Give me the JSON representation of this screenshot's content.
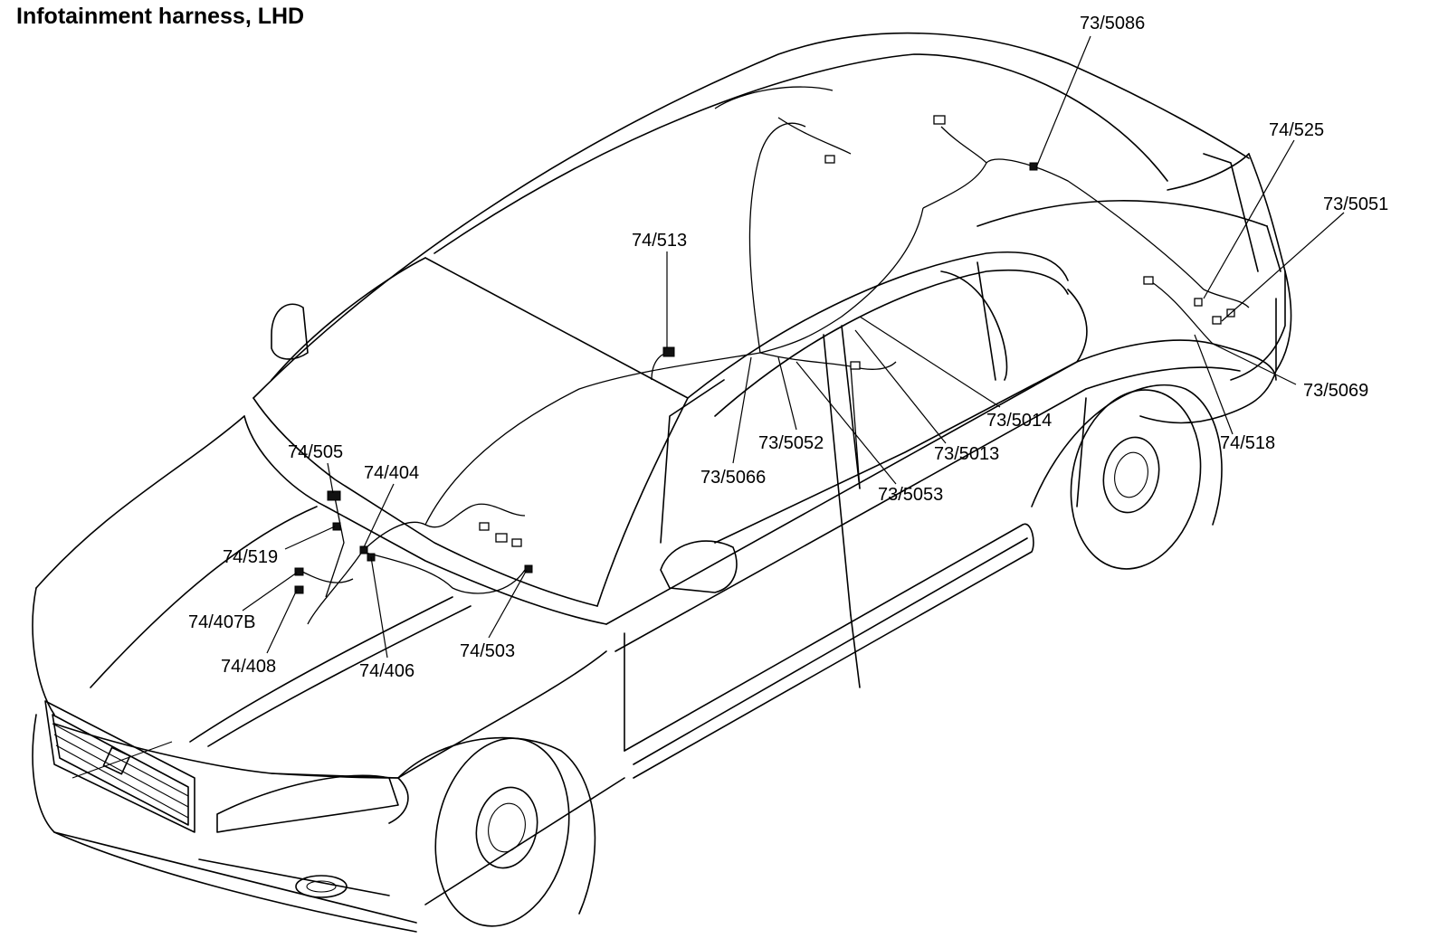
{
  "title": "Infotainment harness, LHD",
  "labels": {
    "c73_5086": "73/5086",
    "c74_525": "74/525",
    "c73_5051": "73/5051",
    "c74_513": "74/513",
    "c73_5069": "73/5069",
    "c73_5014": "73/5014",
    "c74_518": "74/518",
    "c74_505": "74/505",
    "c74_404": "74/404",
    "c73_5052": "73/5052",
    "c73_5013": "73/5013",
    "c73_5066": "73/5066",
    "c73_5053": "73/5053",
    "c74_519": "74/519",
    "c74_407B": "74/407B",
    "c74_503": "74/503",
    "c74_408": "74/408",
    "c74_406": "74/406"
  }
}
